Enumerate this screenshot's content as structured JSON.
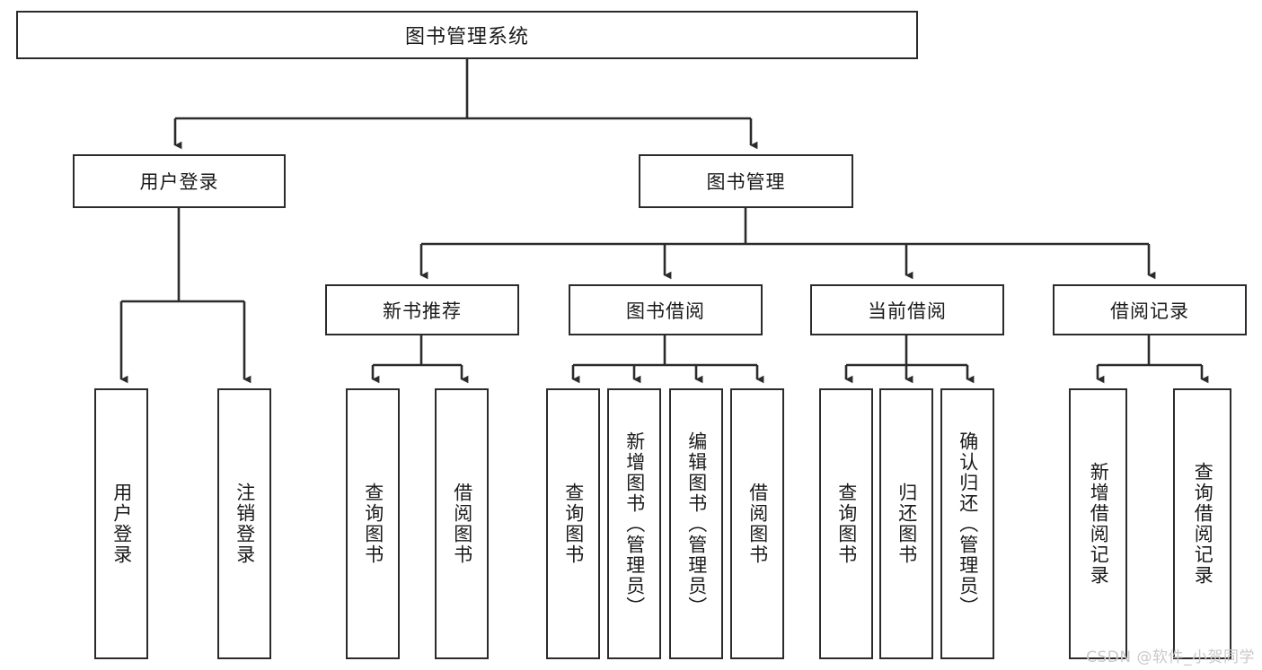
{
  "diagram": {
    "type": "tree",
    "title": "图书管理系统",
    "watermark": "CSDN @软件_小贺同学",
    "colors": {
      "stroke": "#2b2b2b",
      "fill": "#ffffff",
      "text": "#1a1a1a",
      "watermark": "#c9c9c9"
    },
    "nodes": {
      "root": {
        "label": "图书管理系统"
      },
      "level2": [
        {
          "id": "user-login",
          "label": "用户登录"
        },
        {
          "id": "book-manage",
          "label": "图书管理"
        }
      ],
      "level3": [
        {
          "id": "new-book-recommend",
          "label": "新书推荐"
        },
        {
          "id": "book-borrow",
          "label": "图书借阅"
        },
        {
          "id": "current-borrow",
          "label": "当前借阅"
        },
        {
          "id": "borrow-record",
          "label": "借阅记录"
        }
      ],
      "leaves": {
        "user_login": [
          {
            "id": "leaf-user-login",
            "label": "用户登录"
          },
          {
            "id": "leaf-logout-login",
            "label": "注销登录"
          }
        ],
        "new_book_recommend": [
          {
            "id": "leaf-query-book-1",
            "label": "查询图书"
          },
          {
            "id": "leaf-borrow-book-1",
            "label": "借阅图书"
          }
        ],
        "book_borrow": [
          {
            "id": "leaf-query-book-2",
            "label": "查询图书"
          },
          {
            "id": "leaf-add-book",
            "label": "新增图书（管理员）"
          },
          {
            "id": "leaf-edit-book",
            "label": "编辑图书（管理员）"
          },
          {
            "id": "leaf-borrow-book-2",
            "label": "借阅图书"
          }
        ],
        "current_borrow": [
          {
            "id": "leaf-query-book-3",
            "label": "查询图书"
          },
          {
            "id": "leaf-return-book",
            "label": "归还图书"
          },
          {
            "id": "leaf-confirm-return",
            "label": "确认归还（管理员）"
          }
        ],
        "borrow_record": [
          {
            "id": "leaf-add-borrow-record",
            "label": "新增借阅记录"
          },
          {
            "id": "leaf-query-borrow-record",
            "label": "查询借阅记录"
          }
        ]
      }
    }
  }
}
